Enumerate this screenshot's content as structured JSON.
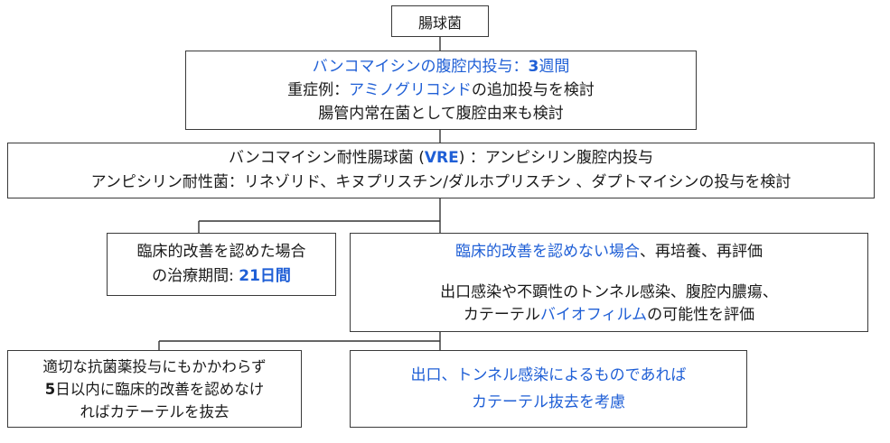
{
  "top_box": {
    "title": "腸球菌"
  },
  "vanco_box": {
    "l1_drug": "バンコマイシンの腹腔内投与：",
    "l1_dur": "3",
    "l1_unit": "週間",
    "l2_pre": "重症例：",
    "l2_drug": "アミノグリコシド",
    "l2_post": "の追加投与を検討",
    "l3": "腸管内常在菌として腹腔由来も検討"
  },
  "vre_box": {
    "l1_pre": "バンコマイシン耐性腸球菌 (",
    "l1_abbr": "VRE",
    "l1_post": ")  ：アンピシリン腹腔内投与",
    "l2": "アンピシリン耐性菌：リネゾリド、キヌプリスチン/ダルホプリスチン 、ダプトマイシンの投与を検討"
  },
  "improve_box": {
    "l1": "臨床的改善を認めた場合",
    "l2_pre": "の治療期間: ",
    "l2_dur": "21日間"
  },
  "noimprove_box": {
    "l1_blue": "臨床的改善を認めない場合",
    "l1_post": "、再培養、再評価",
    "l2": "出口感染や不顕性のトンネル感染、腹腔内膿瘍、",
    "l3_pre": "カテーテル",
    "l3_blue": "バイオフィルム",
    "l3_post": "の可能性を評価"
  },
  "remove_box": {
    "l1": "適切な抗菌薬投与にもかかわらず",
    "l2_bold": "5",
    "l2_post": "日以内に臨床的改善を認めなけ",
    "l3": "ればカテーテルを抜去"
  },
  "exit_box": {
    "l1": "出口、トンネル感染によるものであれば",
    "l2": "カテーテル抜去を考慮"
  },
  "colors": {
    "accent_blue": "#1f5fd6",
    "border": "#3a3a3a",
    "text": "#1a1a1a"
  }
}
